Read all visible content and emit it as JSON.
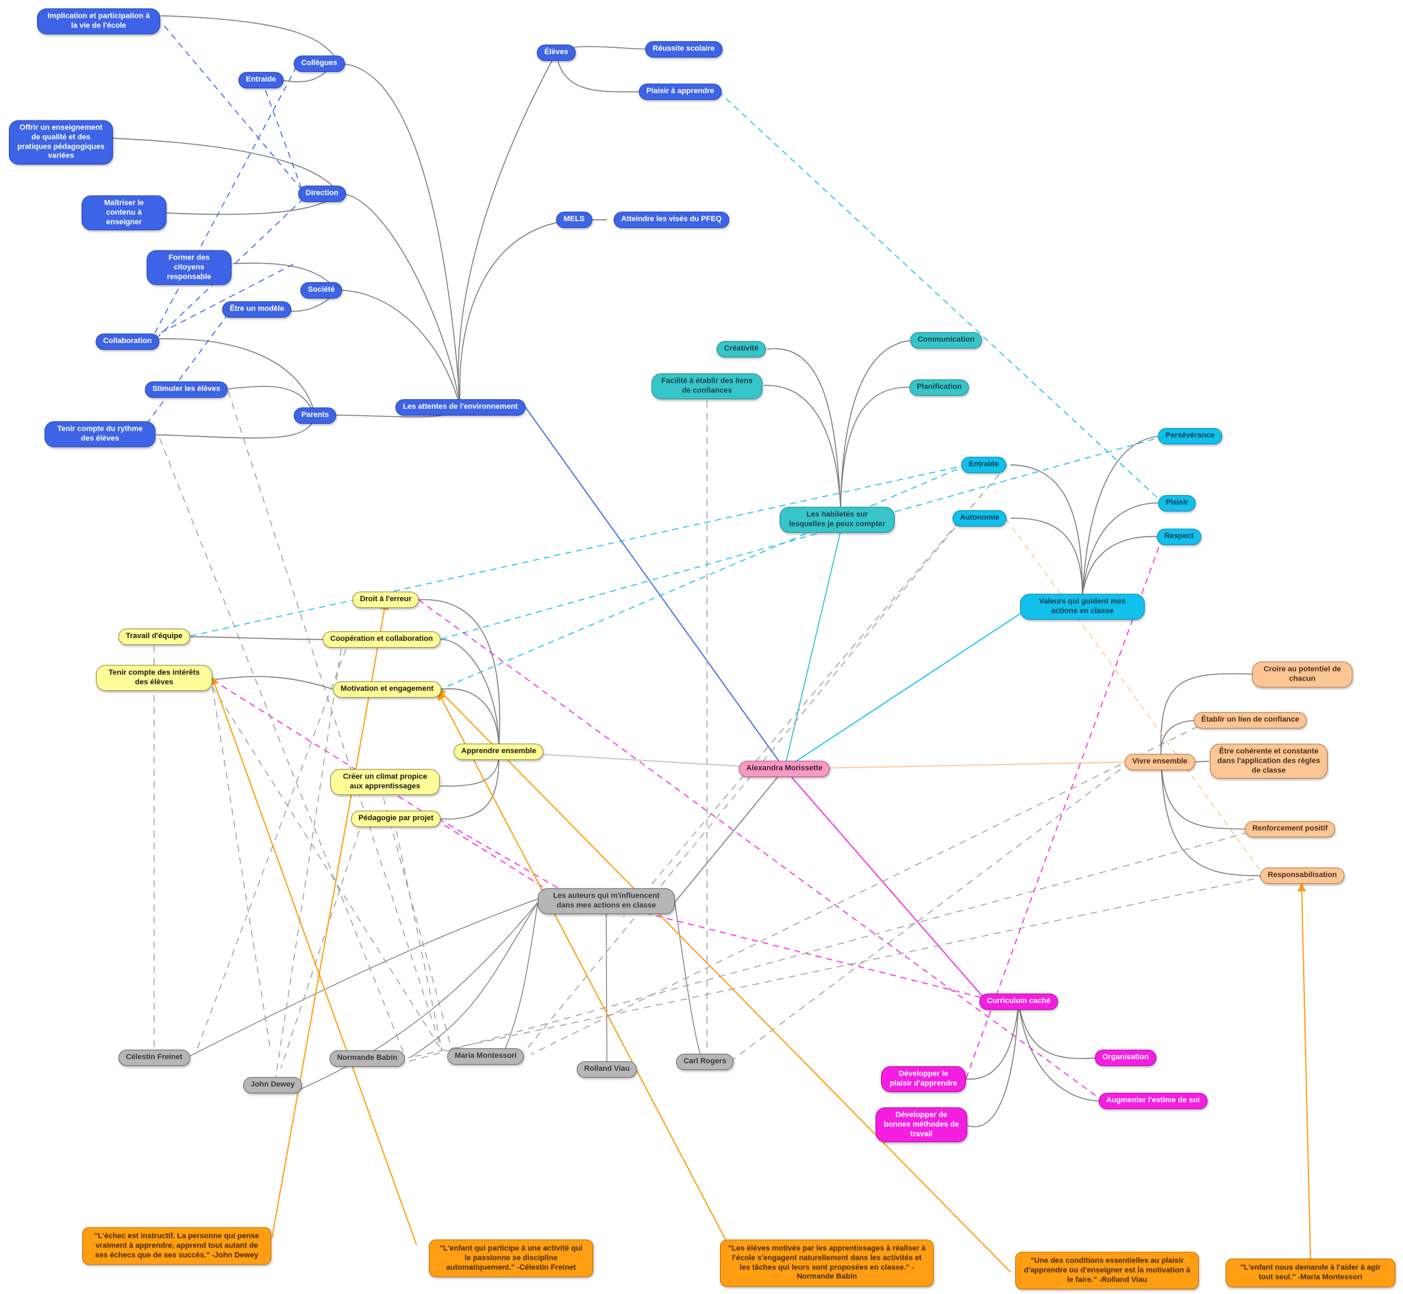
{
  "nodes": {
    "center": "Alexandra Morissette",
    "env": {
      "root": "Les attentes de l'environnement",
      "eleves": "Élèves",
      "reussite": "Réussite scolaire",
      "plaisir": "Plaisir à apprendre",
      "mels": "MELS",
      "pfeq": "Atteindre les visés du PFEQ",
      "collegues": "Collègues",
      "implication": "Implication et participation à la vie de l'école",
      "entraide": "Entraide",
      "direction": "Direction",
      "offrir": "Offrir un enseignement de qualité et des pratiques pédagogiques variées",
      "maitriser": "Maîtriser le contenu à enseigner",
      "societe": "Société",
      "citoyens": "Former des citoyens responsable",
      "modele": "Être un modèle",
      "parents": "Parents",
      "collaboration": "Collaboration",
      "stimuler": "Stimuler les élèves",
      "rythme": "Tenir compte du rythme des élèves"
    },
    "hab": {
      "root": "Les habiletés sur lesquelles je peux compter",
      "creativite": "Créativité",
      "facilite": "Facilité à établir des liens de confiances",
      "communication": "Communication",
      "planification": "Planification"
    },
    "val": {
      "root": "Valeurs qui guident mes actions en classe",
      "perseverance": "Persévérance",
      "entraide": "Entraide",
      "plaisir": "Plaisir",
      "autonomie": "Autonomie",
      "respect": "Respect"
    },
    "app": {
      "root": "Apprendre ensemble",
      "droit": "Droit à l'erreur",
      "cooperation": "Coopération et collaboration",
      "motivation": "Motivation et engagement",
      "climat": "Créer un climat propice aux apprentissages",
      "projet": "Pédagogie par projet",
      "travail": "Travail d'équipe",
      "interets": "Tenir compte  des intérêts des élèves"
    },
    "viv": {
      "root": "Vivre ensemble",
      "croire": "Croire au potentiel de chacun",
      "lien": "Établir un lien de confiance",
      "coherente": "Être cohérente et constante dans l'application des règles de classe",
      "renforcement": "Renforcement positif",
      "respons": "Responsabilisation"
    },
    "cur": {
      "root": "Curriculum caché",
      "plaisir": "Développer le plaisir d'apprendre",
      "methodes": "Développer de bonnes méthodes de travail",
      "organisation": "Organisation",
      "estime": "Augmenter l'estime  de soi"
    },
    "aut": {
      "root": "Les auteurs qui m'influencent dans mes actions en classe",
      "freinet": "Célestin Freinet",
      "dewey": "John Dewey",
      "babin": "Normande Babin",
      "montessori": "Maria Montessori",
      "viau": "Rolland Viau",
      "rogers": "Carl Rogers"
    },
    "quotes": {
      "dewey": "\"L'échec est instructif. La personne qui pense vraiment à apprendre, apprend tout autant de ses échecs que de ses succès.\" -John Dewey",
      "freinet": "\"L'enfant qui participe à une activité qui le passionne se discipline automatiquement.\" -Célestin Freinet",
      "babin": "\"Les élèves motivés par les apprentissages à réaliser à l'école s'engagent naturellement dans les activités et les tâches qui leurs sont proposées en classe.\" -Normande Babin",
      "viau": "\"Une des conditions essentielles au plaisir d'apprendre ou d'enseigner est la motivation à le faire.\" -Rolland Viau",
      "montessori": "\"L'enfant nous demande à l'aider à agir tout seul.\" -Maria Montessori"
    }
  },
  "colors": {
    "blue": "#3d63e6",
    "teal": "#36c5c9",
    "cyan": "#12c0ec",
    "yellow": "#fdfd98",
    "grey": "#b6b6b6",
    "peach": "#fbc594",
    "magenta": "#f51ee0",
    "orange": "#ff9e12",
    "pink": "#f49ac4"
  }
}
